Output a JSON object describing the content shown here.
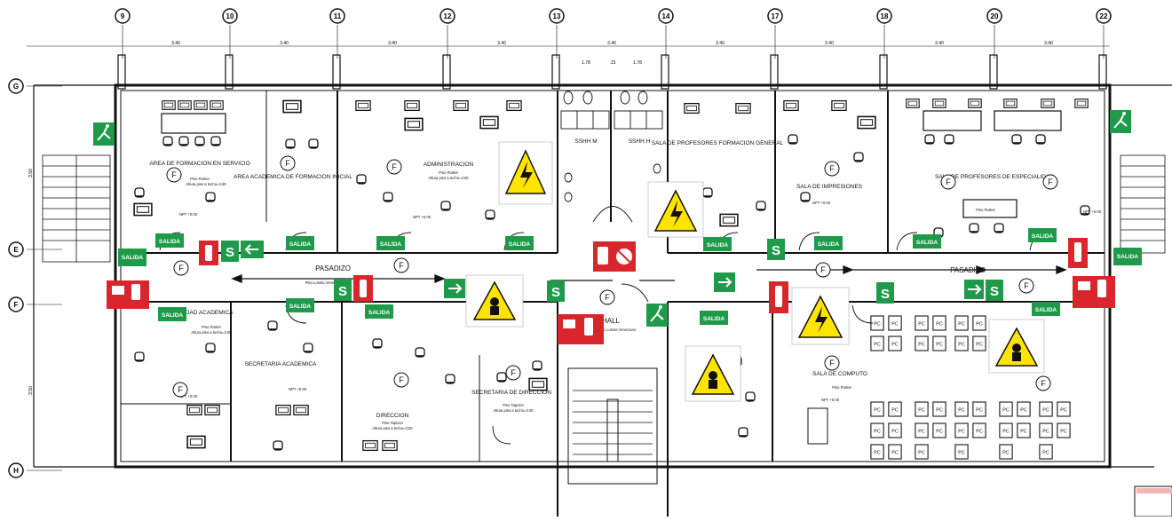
{
  "grid_columns": [
    "9",
    "10",
    "11",
    "12",
    "13",
    "14",
    "17",
    "18",
    "20",
    "22"
  ],
  "grid_rows": [
    "G",
    "E",
    "F",
    "H"
  ],
  "dimensions": {
    "spans_top": [
      "3.40",
      "3.40",
      "3.40",
      "3.40",
      "3.40",
      "3.40",
      "3.40",
      "3.40",
      "3.40"
    ],
    "sshh_top": [
      "1.78",
      ".15",
      "1.78"
    ],
    "left_rows": [
      "3.50",
      "3.50"
    ]
  },
  "rooms": {
    "area_formacion": "AREA DE FORMACION EN SERVICIO",
    "area_academica": "AREA ACADEMICA DE FORMACION INICIAL",
    "administracion": "ADMINISTRACION",
    "sshh_m": "SSHH M",
    "sshh_h": "SSHH H",
    "sala_formacion_general": "SALA DE PROFESORES FORMACION GENERAL",
    "sala_impresiones": "SALA DE IMPRESIONES",
    "sala_especialidad": "SALA DE PROFESORES DE ESPECIALIDAD",
    "pasadizo_left": "PASADIZO",
    "pasadizo_right": "PASADIZO",
    "hall": "HALL",
    "unidad_academica": "UNIDAD ACADEMICA",
    "secretaria_academica": "SECRETARIA ACADEMICA",
    "direccion": "DIRECCION",
    "secretaria_direccion": "SECRETARIA DE DIRECCION",
    "sala_computo": "SALA DE COMPUTO"
  },
  "floor_notes": {
    "parquet": "Piso Parket",
    "altura": "Altura piso a techo=3.00",
    "loseta": "Piso Loseta Veneciano",
    "tapizon": "Piso Tapizon",
    "npt": "NPT +0.00"
  },
  "signs": {
    "salida": "SALIDA",
    "safety_s": "S",
    "extinguisher_mark": "F",
    "pc": "PC"
  },
  "colors": {
    "line": "#111111",
    "exit_green": "#1f9a4a",
    "danger_red": "#d8262c",
    "warning_yellow": "#ffe400"
  }
}
